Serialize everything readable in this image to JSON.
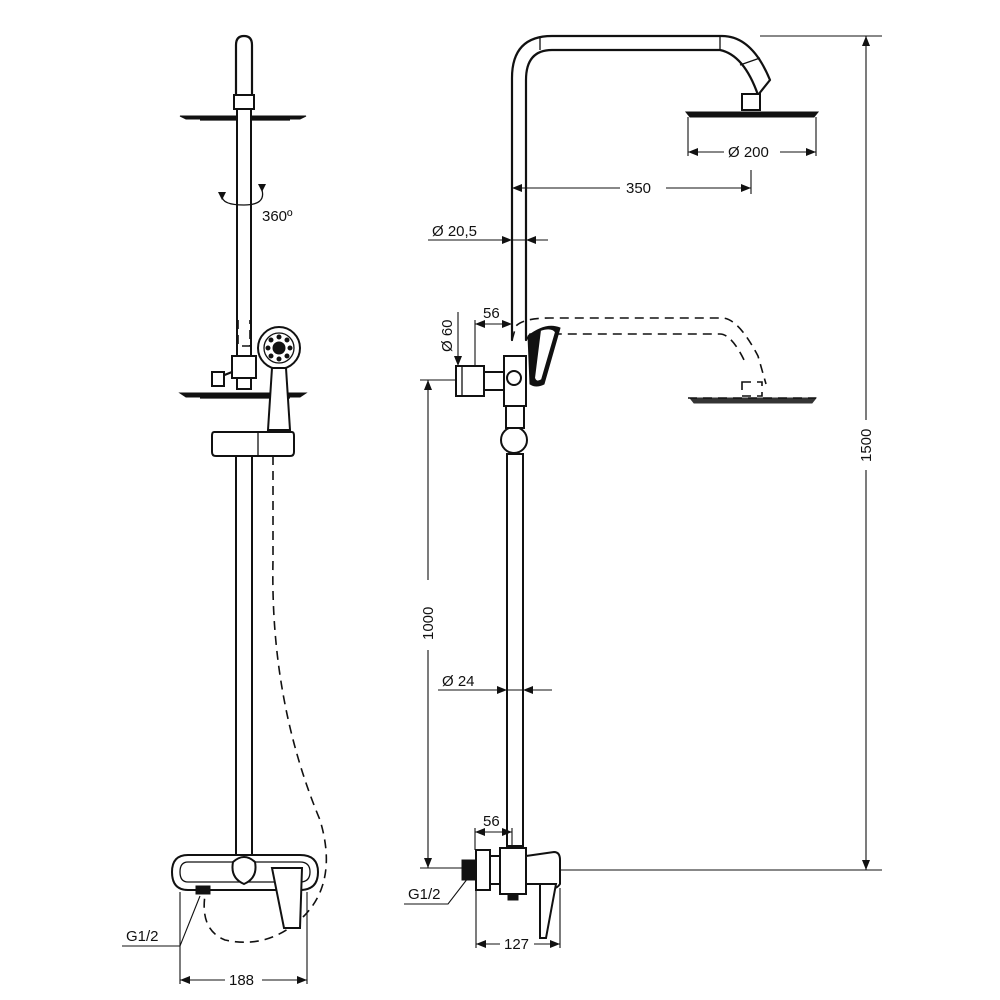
{
  "labels": {
    "rotation": "360º",
    "shower_head_dia": "Ø 200",
    "arm_length": "350",
    "upper_tube_dia": "Ø 20,5",
    "holder_width": "56",
    "holder_dia": "Ø 60",
    "total_height": "1500",
    "lower_length": "1000",
    "lower_tube_dia": "Ø 24",
    "valve_offset": "56",
    "thread_right": "G1/2",
    "valve_depth": "127",
    "thread_left": "G1/2",
    "valve_width": "188"
  },
  "colors": {
    "line": "#111111",
    "background": "#ffffff"
  }
}
